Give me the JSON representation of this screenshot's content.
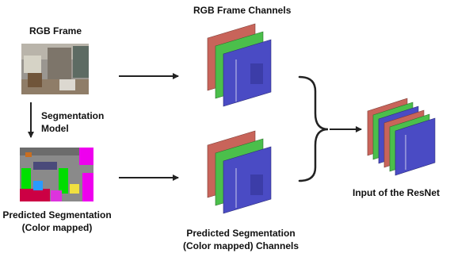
{
  "labels": {
    "rgb_frame": "RGB Frame",
    "rgb_channels": "RGB Frame Channels",
    "seg_model_line1": "Segmentation",
    "seg_model_line2": "Model",
    "pred_seg_line1": "Predicted Segmentation",
    "pred_seg_line2": "(Color mapped)",
    "pred_channels_line1": "Predicted Segmentation",
    "pred_channels_line2": "(Color mapped) Channels",
    "resnet_input": "Input of the ResNet"
  },
  "colors": {
    "channel_red": "#c8645a",
    "channel_green": "#4bbf4b",
    "channel_blue": "#4a4bc4",
    "arrow": "#222222"
  }
}
